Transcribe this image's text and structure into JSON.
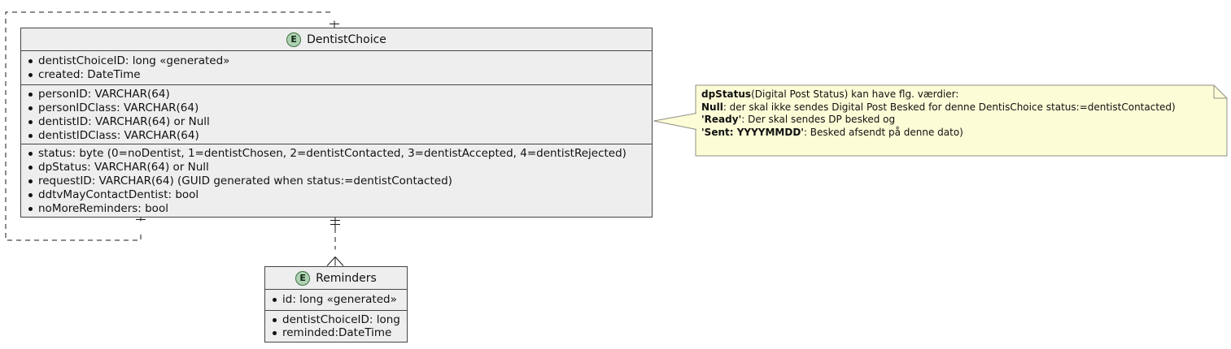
{
  "colors": {
    "canvas_bg": "#ffffff",
    "entity_fill": "#eeeeee",
    "entity_border": "#454545",
    "spot_fill": "#add1b2",
    "spot_border": "#3f7042",
    "note_fill": "#fcfcd7",
    "note_border": "#8f8f85",
    "line": "#1a1a1a",
    "text": "#111111"
  },
  "entities": {
    "dentist_choice": {
      "spot": "E",
      "name": "DentistChoice",
      "compartments": [
        {
          "rows": [
            "dentistChoiceID: long «generated»",
            "created: DateTime"
          ]
        },
        {
          "rows": [
            "personID: VARCHAR(64)",
            "personIDClass: VARCHAR(64)",
            "dentistID: VARCHAR(64) or Null",
            "dentistIDClass: VARCHAR(64)"
          ]
        },
        {
          "rows": [
            "status: byte (0=noDentist, 1=dentistChosen, 2=dentistContacted, 3=dentistAccepted, 4=dentistRejected)",
            "dpStatus: VARCHAR(64) or Null",
            "requestID: VARCHAR(64) (GUID generated when status:=dentistContacted)",
            "ddtvMayContactDentist: bool",
            "noMoreReminders: bool"
          ]
        }
      ]
    },
    "reminders": {
      "spot": "E",
      "name": "Reminders",
      "compartments": [
        {
          "rows": [
            "id: long «generated»"
          ]
        },
        {
          "rows": [
            "dentistChoiceID: long",
            "reminded:DateTime"
          ]
        }
      ]
    }
  },
  "note": {
    "lines": [
      {
        "bold": "dpStatus",
        "rest": "(Digital Post Status) kan have flg. værdier:"
      },
      {
        "bold": "Null",
        "rest": ": der skal ikke sendes Digital Post Besked for denne DentisChoice status:=dentistContacted)"
      },
      {
        "bold": "'Ready'",
        "rest": ": Der skal sendes DP besked og"
      },
      {
        "bold": "'Sent: YYYYMMDD'",
        "rest": ": Besked afsendt på denne dato)"
      }
    ]
  },
  "relationships": [
    {
      "from": "DentistChoice",
      "to": "DentistChoice",
      "line_style": "dashed",
      "from_marker": "zero-or-one",
      "to_marker": "zero-or-one",
      "description": "self-reference loop"
    },
    {
      "from": "DentistChoice",
      "to": "Reminders",
      "line_style": "dashed",
      "from_marker": "exactly-one",
      "to_marker": "zero-or-many"
    },
    {
      "from": "DentistChoice",
      "to": "note",
      "line_style": "callout-pointer"
    }
  ]
}
